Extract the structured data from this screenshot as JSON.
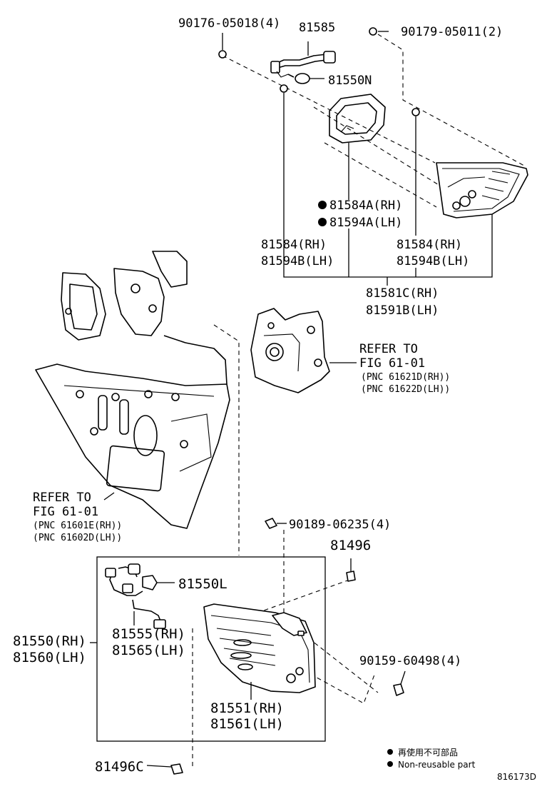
{
  "labels": {
    "p90176": "90176-05018(4)",
    "p81585": "81585",
    "p90179": "90179-05011(2)",
    "p81550N": "81550N",
    "p81584A": "81584A(RH)",
    "p81594A": "81594A(LH)",
    "p81584_left": "81584(RH)",
    "p81594B_left": "81594B(LH)",
    "p81584_right": "81584(RH)",
    "p81594B_right": "81594B(LH)",
    "p81581C": "81581C(RH)",
    "p81591B": "81591B(LH)",
    "refer_right_1": "REFER TO",
    "refer_right_2": "FIG 61-01",
    "refer_right_3": "(PNC 61621D(RH))",
    "refer_right_4": "(PNC 61622D(LH))",
    "refer_left_1": "REFER TO",
    "refer_left_2": "FIG 61-01",
    "refer_left_3": "(PNC 61601E(RH))",
    "refer_left_4": "(PNC 61602D(LH))",
    "p90189": "90189-06235(4)",
    "p81496": "81496",
    "p81550L": "81550L",
    "p81550": "81550(RH)",
    "p81560": "81560(LH)",
    "p81555": "81555(RH)",
    "p81565": "81565(LH)",
    "p90159": "90159-60498(4)",
    "p81551": "81551(RH)",
    "p81561": "81561(LH)",
    "p81496C": "81496C"
  },
  "legend": {
    "line1": "再使用不可部品",
    "line2": "Non-reusable part"
  },
  "figure_id": "816173D"
}
